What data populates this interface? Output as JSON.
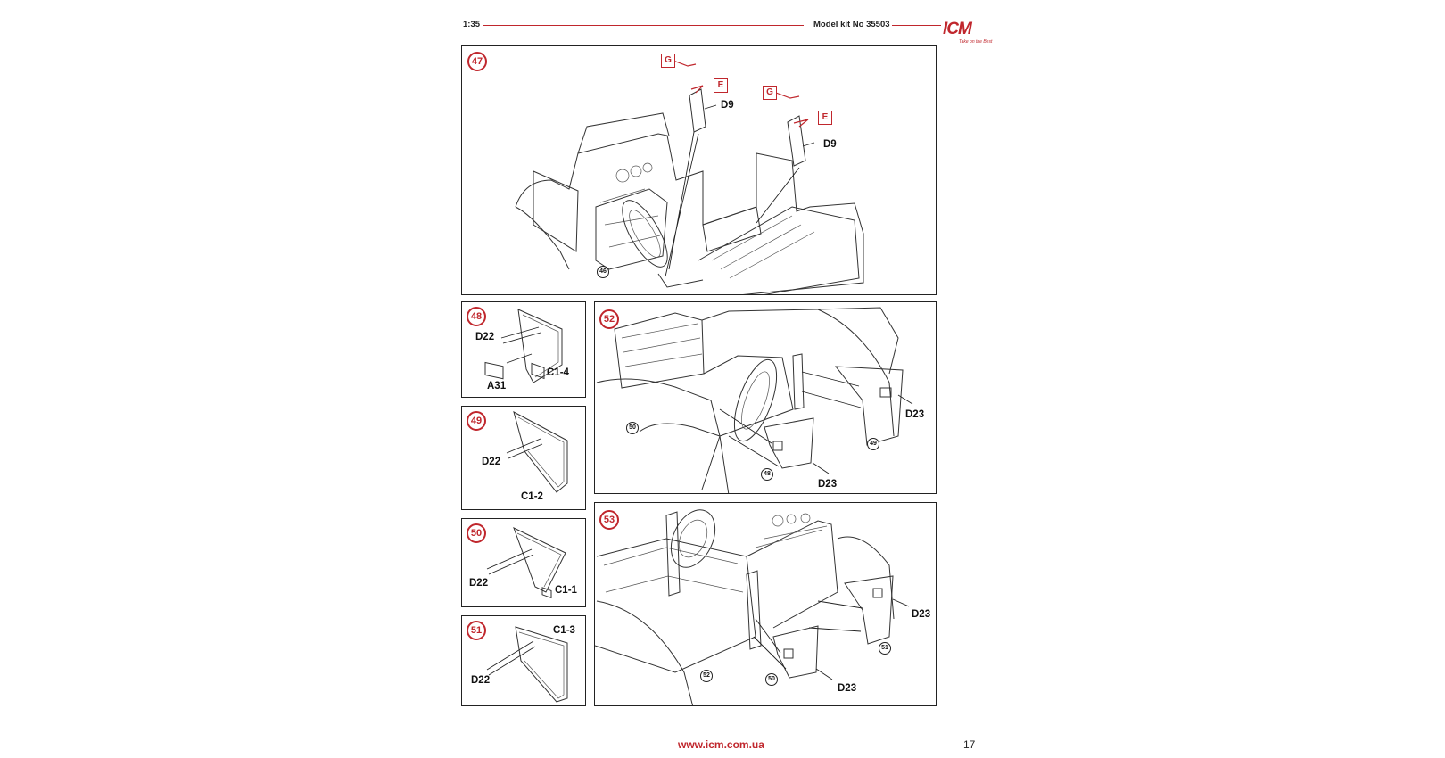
{
  "header": {
    "scale": "1:35",
    "kit": "Model kit No 35503",
    "logo": "ICM",
    "logo_tagline": "Take on the Best"
  },
  "colors": {
    "accent": "#c0272d",
    "ink": "#222222"
  },
  "steps": {
    "s47": {
      "number": "47",
      "part_d9_a": "D9",
      "part_d9_b": "D9",
      "mark_g_a": "G",
      "mark_e_a": "E",
      "mark_g_b": "G",
      "mark_e_b": "E",
      "ref": "46"
    },
    "s48": {
      "number": "48",
      "part_d22": "D22",
      "part_c": "C1-4",
      "part_a": "A31"
    },
    "s49": {
      "number": "49",
      "part_d22": "D22",
      "part_c": "C1-2"
    },
    "s50": {
      "number": "50",
      "part_d22": "D22",
      "part_c": "C1-1"
    },
    "s51": {
      "number": "51",
      "part_d22": "D22",
      "part_c": "C1-3"
    },
    "s52": {
      "number": "52",
      "part_d23_a": "D23",
      "part_d23_b": "D23",
      "ref_50": "50",
      "ref_49": "49",
      "ref_48": "48"
    },
    "s53": {
      "number": "53",
      "part_d23_a": "D23",
      "part_d23_b": "D23",
      "ref_51": "51",
      "ref_52": "52",
      "ref_50": "50"
    }
  },
  "footer": {
    "url": "www.icm.com.ua",
    "page": "17"
  }
}
